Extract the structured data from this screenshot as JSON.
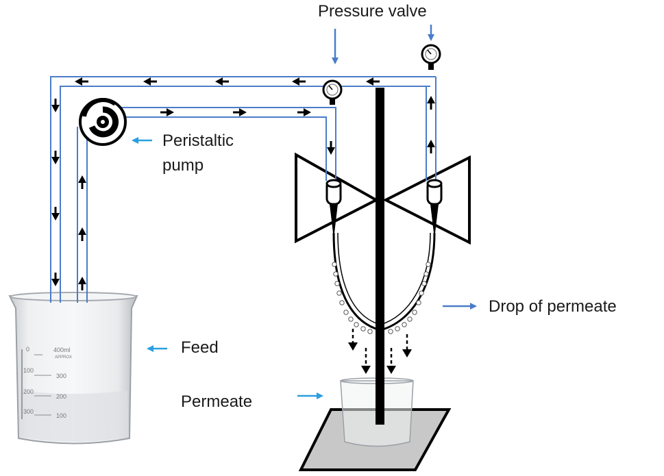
{
  "labels": {
    "pressure_valve": "Pressure valve",
    "peristaltic_pump_line1": "Peristaltic",
    "peristaltic_pump_line2": "pump",
    "drop_of_permeate": "Drop of permeate",
    "feed": "Feed",
    "permeate": "Permeate"
  },
  "beaker_markings": {
    "capacity": "400ml",
    "brand": "APPROX",
    "left_scale": [
      "0",
      "100",
      "200",
      "300"
    ],
    "right_scale": [
      "300",
      "200",
      "100"
    ]
  },
  "colors": {
    "tube": "#4a7cc9",
    "pointer": "#2a9fe0",
    "arrow": "#000000",
    "stand": "#000000",
    "base": "#c8c8c8"
  },
  "icons": [
    "pressure-gauge-icon",
    "peristaltic-pump-icon",
    "flow-arrow-icon"
  ]
}
